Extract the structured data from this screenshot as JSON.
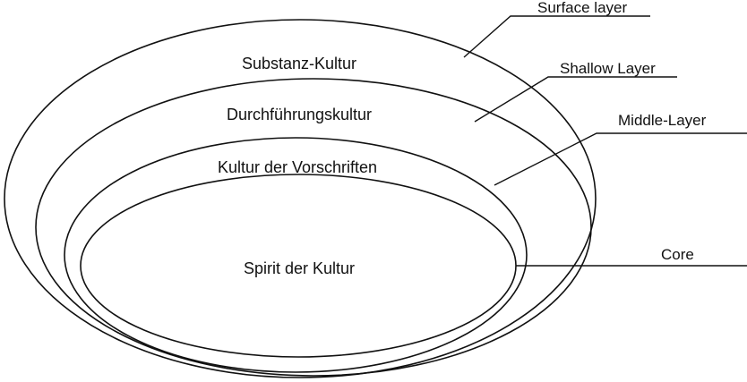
{
  "diagram": {
    "layers": [
      {
        "label": "Substanz-Kultur",
        "name": "Surface layer"
      },
      {
        "label": "Durchführungskultur",
        "name": "Shallow Layer"
      },
      {
        "label": "Kultur der Vorschriften",
        "name": "Middle-Layer"
      },
      {
        "label": "Spirit der Kultur",
        "name": "Core"
      }
    ],
    "colors": {
      "stroke": "#111111",
      "background": "#ffffff"
    }
  }
}
